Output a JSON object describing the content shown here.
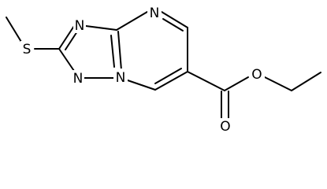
{
  "molecule": {
    "atoms": {
      "s": "S",
      "n1": "N",
      "n2": "N",
      "n3": "N",
      "n4": "N",
      "o1": "O",
      "o2": "O"
    }
  },
  "colors": {
    "bond": "#000000",
    "label": "#000000",
    "background": "#ffffff"
  }
}
